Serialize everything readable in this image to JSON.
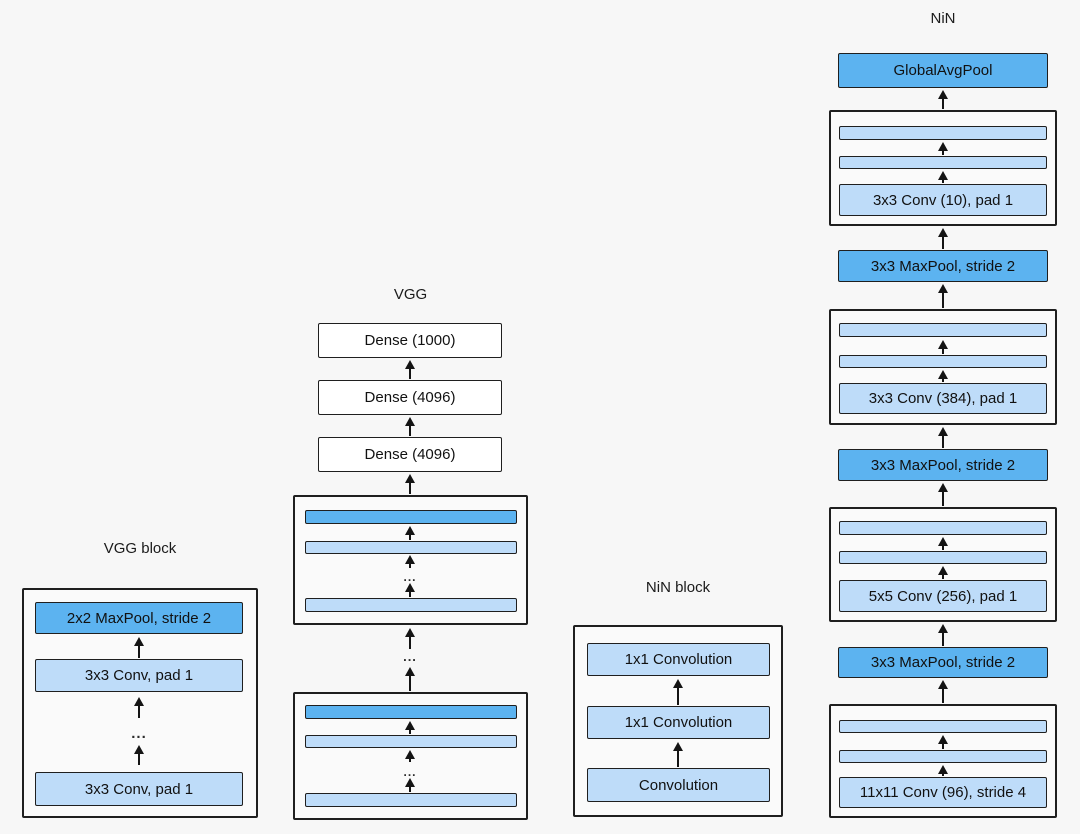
{
  "glyphs": {
    "ellipsis": "..."
  },
  "colors": {
    "background": "#f7f7f7",
    "light_blue": "#bedcf9",
    "dark_blue": "#5cb3f0",
    "white_box": "#ffffff",
    "border": "#1f1f1f",
    "text": "#111111"
  },
  "vgg_block": {
    "title": "VGG block",
    "maxpool_label": "2x2 MaxPool, stride 2",
    "conv_label": "3x3 Conv, pad 1"
  },
  "vgg": {
    "title": "VGG",
    "dense_1000": "Dense (1000)",
    "dense_4096": "Dense (4096)"
  },
  "nin_block": {
    "title": "NiN block",
    "conv1x1_label": "1x1 Convolution",
    "conv_label": "Convolution"
  },
  "nin": {
    "title": "NiN",
    "global_avg_pool": "GlobalAvgPool",
    "conv10_label": "3x3 Conv (10), pad 1",
    "maxpool_label": "3x3 MaxPool, stride 2",
    "conv384_label": "3x3 Conv (384), pad 1",
    "conv256_label": "5x5 Conv (256), pad 1",
    "conv96_label": "11x11 Conv (96), stride 4"
  }
}
